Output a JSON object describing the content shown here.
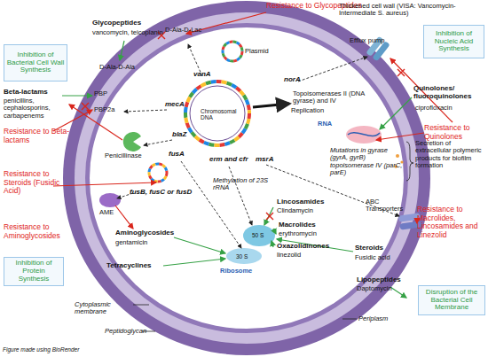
{
  "diagram": {
    "nodes": [
      {
        "text": [
          "Inhibition of Bacterial Cell Wall Synthesis"
        ]
      },
      {
        "text": [
          "Inhibition of Nucleic Acid Synthesis"
        ]
      },
      {
        "text": [
          "Inhibition of Protein Synthesis"
        ]
      },
      {
        "text": [
          "Disruption of the Bacterial Cell Membrane"
        ]
      }
    ],
    "labels": [
      "Resistance to Glycopeptides",
      "Glycopeptides",
      "vancomycin, teicoplanin",
      "Thickened cell wall (VISA: Vancomycin-Intermediate S. aureus)",
      "D-Ala-D-Lac",
      "D-Ala-D-Ala",
      "Efflux pump",
      "Plasmid",
      "vanA",
      "norA",
      "Topoisomerases II (DNA gyrase) and IV",
      "Quinolones/ fluoroquinolones",
      "ciprofloxacin",
      "Beta-lactams",
      "penicillins, cephalosporins, carbapenems",
      "PBP",
      "PBP2a",
      "mecA",
      "Chromosomal DNA",
      "Replication",
      "RNA",
      "Resistance to Beta-lactams",
      "blaZ",
      "Resistance to Quinolones",
      "Penicillinase",
      "fusA",
      "erm and cfr",
      "msrA",
      "Mutations in gyrase (gyrA, gyrB) topoisomerase IV (parC, parE)",
      "Secretion of extracellular polymeric products for biofilm formation",
      "Resistance to Steroids (Fusidic Acid)",
      "fusB, fusC or fusD",
      "Methylation of 23S rRNA",
      "AME",
      "Lincosamides",
      "Clindamycin",
      "ABC Transporters",
      "Resistance to Macrolides, Lincosamides and Linezolid",
      "Macrolides",
      "erythromycin",
      "Resistance to Aminoglycosides",
      "Aminoglycosides",
      "gentamicin",
      "50 S",
      "Oxazolidinones",
      "linezolid",
      "Steroids",
      "Fusidic acid",
      "30 S",
      "Tetracyclines",
      "Ribosome",
      "Lipopeptides",
      "Daptomycin",
      "Cytoplasmic membrane",
      "Periplasm",
      "Peptidoglycan",
      "Figure made using BioRender"
    ]
  }
}
